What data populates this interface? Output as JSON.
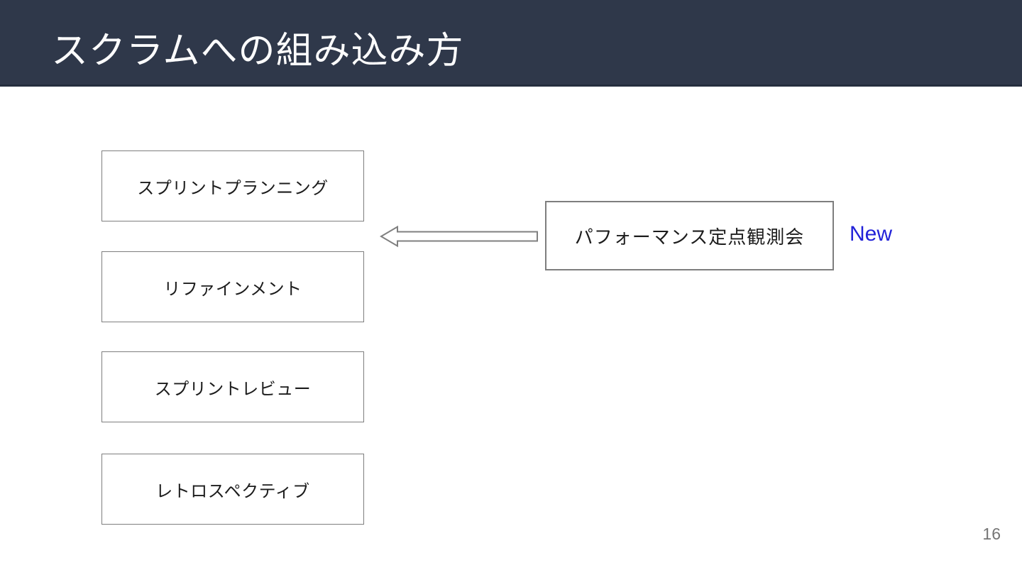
{
  "slide": {
    "title": "スクラムへの組み込み方",
    "page_number": "16"
  },
  "diagram": {
    "scrum_events": [
      {
        "label": "スプリントプランニング"
      },
      {
        "label": "リファインメント"
      },
      {
        "label": "スプリントレビュー"
      },
      {
        "label": "レトロスペクティブ"
      }
    ],
    "new_event": {
      "label": "パフォーマンス定点観測会",
      "badge": "New"
    },
    "arrow": {
      "direction": "left",
      "from": "パフォーマンス定点観測会",
      "to": "スプリントプランニング"
    }
  },
  "colors": {
    "header_bg": "#2f384a",
    "header_border": "#252e3e",
    "box_border": "#7e7e7e",
    "box_text": "#1c1c1c",
    "new_badge_text": "#2222d8",
    "page_number": "#757575",
    "background": "#ffffff"
  }
}
